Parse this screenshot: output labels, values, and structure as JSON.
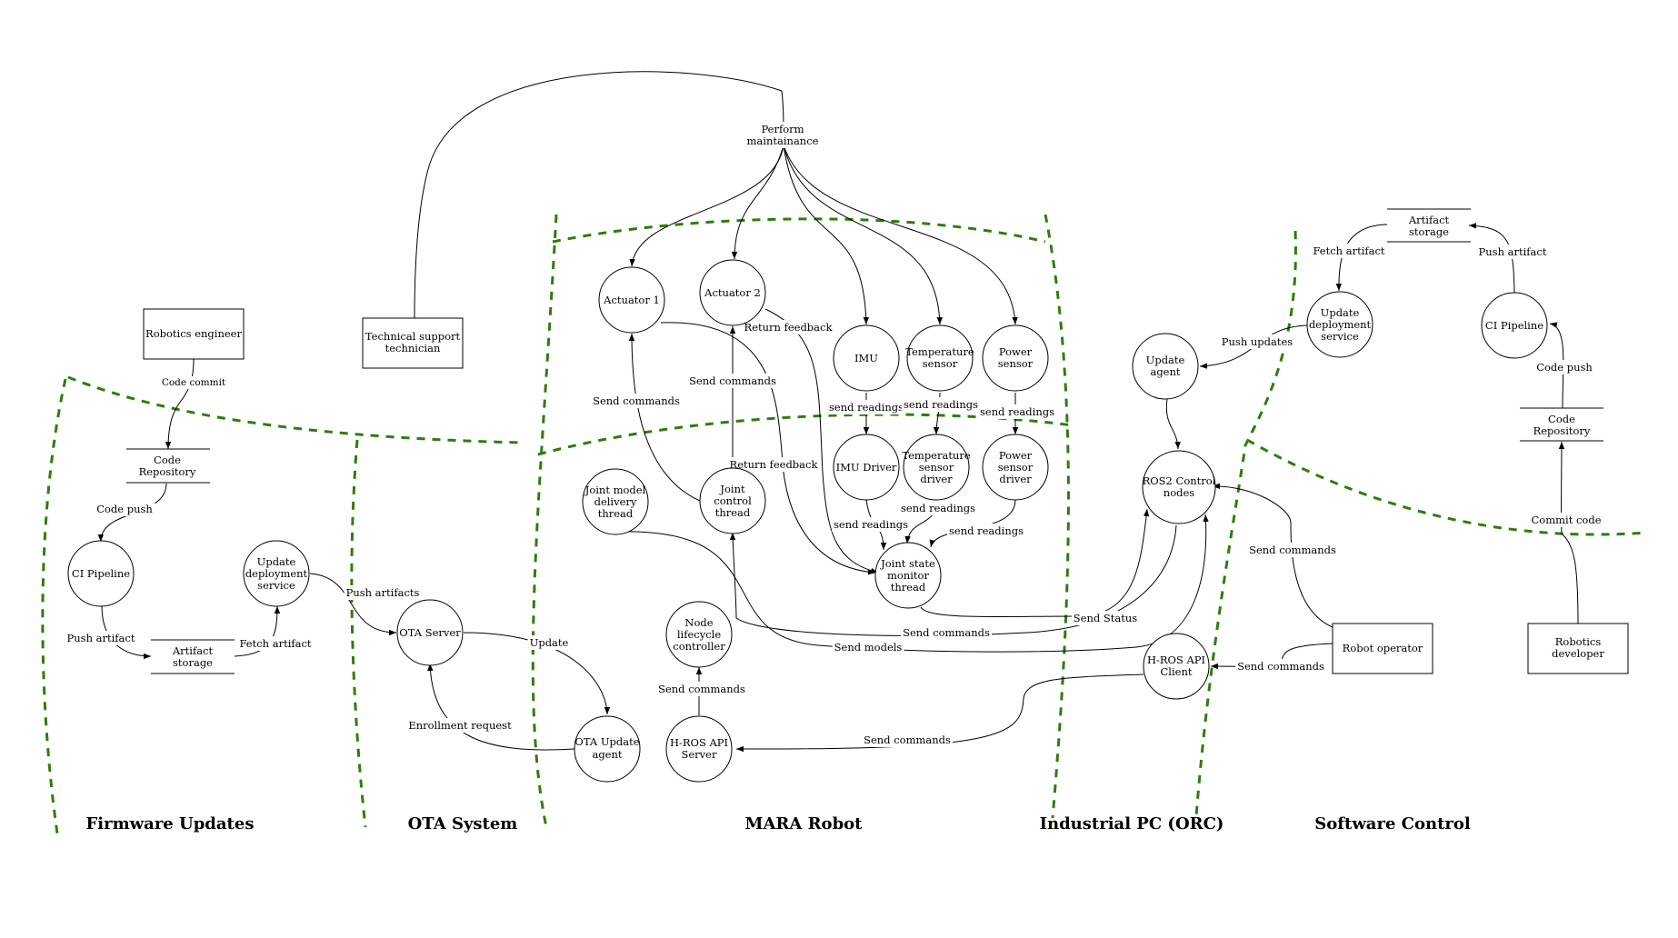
{
  "zones": [
    {
      "id": "firmware",
      "title": "Firmware Updates"
    },
    {
      "id": "ota",
      "title": "OTA System"
    },
    {
      "id": "mara",
      "title": "MARA Robot"
    },
    {
      "id": "ipc",
      "title": "Industrial PC (ORC)"
    },
    {
      "id": "software",
      "title": "Software Control"
    }
  ],
  "processes": {
    "fw_ci": [
      "CI Pipeline"
    ],
    "fw_update": [
      "Update",
      "deployment",
      "service"
    ],
    "ota_server": [
      "OTA Server"
    ],
    "ota_agent": [
      "OTA Update",
      "agent"
    ],
    "actuator1": [
      "Actuator 1"
    ],
    "actuator2": [
      "Actuator 2"
    ],
    "imu": [
      "IMU"
    ],
    "temp_sensor": [
      "Temperature",
      "sensor"
    ],
    "power_sensor": [
      "Power",
      "sensor"
    ],
    "imu_driver": [
      "IMU Driver"
    ],
    "temp_driver": [
      "Temperature",
      "sensor",
      "driver"
    ],
    "power_driver": [
      "Power",
      "sensor",
      "driver"
    ],
    "joint_model": [
      "Joint model",
      "delivery",
      "thread"
    ],
    "joint_control": [
      "Joint",
      "control",
      "thread"
    ],
    "joint_state": [
      "Joint state",
      "monitor",
      "thread"
    ],
    "node_lifecycle": [
      "Node",
      "lifecycle",
      "controller"
    ],
    "hros_server": [
      "H-ROS API",
      "Server"
    ],
    "update_agent": [
      "Update",
      "agent"
    ],
    "ros2_nodes": [
      "ROS2 Control",
      "nodes"
    ],
    "hros_client": [
      "H-ROS API",
      "Client"
    ],
    "sw_update": [
      "Update",
      "deployment",
      "service"
    ],
    "sw_ci": [
      "CI Pipeline"
    ]
  },
  "external_entities": {
    "robotics_engineer": [
      "Robotics engineer"
    ],
    "tech_support": [
      "Technical support",
      "technician"
    ],
    "robot_operator": [
      "Robot operator"
    ],
    "robotics_developer": [
      "Robotics",
      "developer"
    ]
  },
  "data_stores": {
    "fw_code_repo": [
      "Code",
      "Repository"
    ],
    "fw_artifact": [
      "Artifact",
      "storage"
    ],
    "sw_artifact": [
      "Artifact",
      "storage"
    ],
    "sw_code_repo": [
      "Code",
      "Repository"
    ]
  },
  "flows": {
    "code_commit": "Code commit",
    "fw_code_push": "Code push",
    "fw_push_artifact": "Push artifact",
    "fw_fetch_artifact": "Fetch artifact",
    "push_artifacts": "Push artifacts",
    "update": "Update",
    "enrollment_request": "Enrollment request",
    "perform_maintenance": [
      "Perform",
      "maintainance"
    ],
    "send_commands_a1": "Send commands",
    "send_commands_a2": "Send commands",
    "return_feedback_1": "Return feedback",
    "return_feedback_2": "Return feedback",
    "send_readings_imu": "send readings",
    "send_readings_temp": "send readings",
    "send_readings_power": "send readings",
    "send_readings_imu_driver": "send readings",
    "send_readings_temp_driver": "send readings",
    "send_readings_power_driver": "send readings",
    "send_commands_ros": "Send commands",
    "send_models": "Send models",
    "send_status": "Send Status",
    "send_commands_lifecycle": "Send commands",
    "send_commands_hros": "Send commands",
    "send_commands_operator_client": "Send commands",
    "send_commands_operator_ros": "Send commands",
    "push_updates": "Push updates",
    "sw_fetch_artifact": "Fetch artifact",
    "sw_push_artifact": "Push artifact",
    "sw_code_push": "Code push",
    "commit_code": "Commit code"
  },
  "colors": {
    "boundary": "#2e7d0e",
    "stroke": "#000000",
    "background": "#ffffff"
  }
}
